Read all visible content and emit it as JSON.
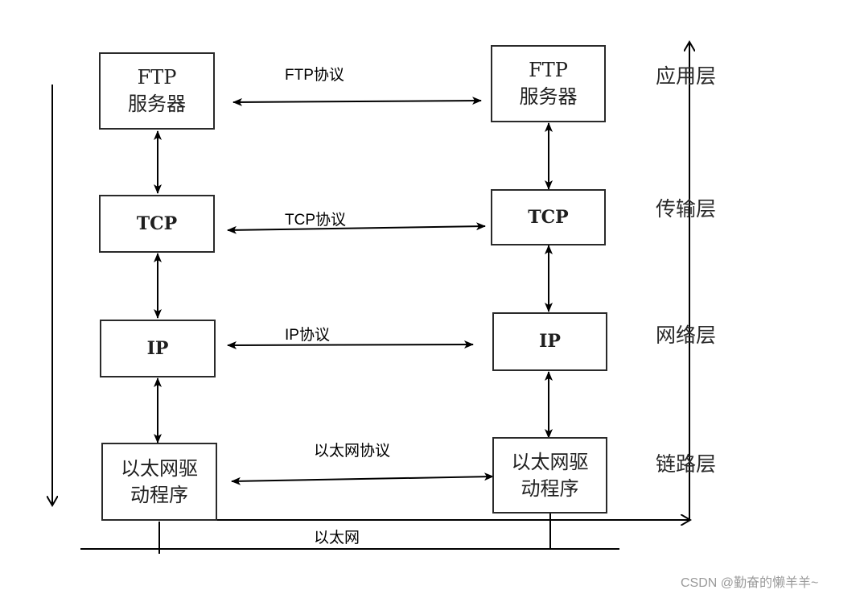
{
  "left_stack": [
    {
      "line1": "FTP",
      "line2": "服务器"
    },
    {
      "line1": "TCP",
      "line2": ""
    },
    {
      "line1": "IP",
      "line2": ""
    },
    {
      "line1": "以太网驱",
      "line2": "动程序"
    }
  ],
  "right_stack": [
    {
      "line1": "FTP",
      "line2": "服务器"
    },
    {
      "line1": "TCP",
      "line2": ""
    },
    {
      "line1": "IP",
      "line2": ""
    },
    {
      "line1": "以太网驱",
      "line2": "动程序"
    }
  ],
  "protocols": [
    "FTP协议",
    "TCP协议",
    "IP协议",
    "以太网协议"
  ],
  "layers": [
    "应用层",
    "传输层",
    "网络层",
    "链路层"
  ],
  "network_label": "以太网",
  "watermark": "CSDN @勤奋的懒羊羊~",
  "colors": {
    "line": "#000000",
    "box_border": "#2a2a2a"
  }
}
